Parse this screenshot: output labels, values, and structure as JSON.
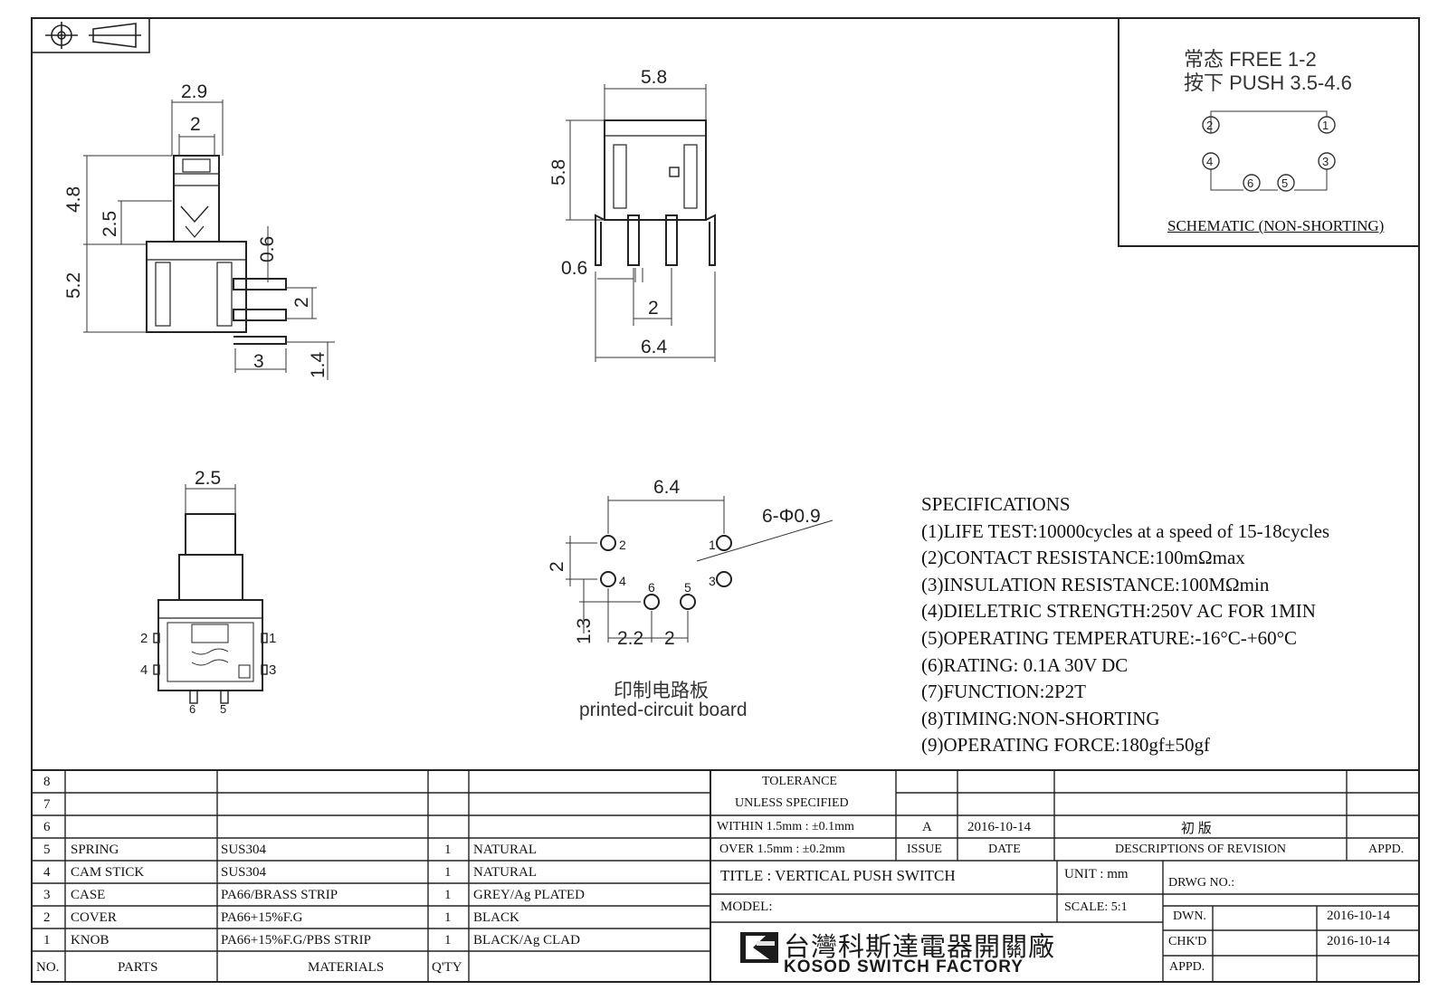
{
  "drawing": {
    "dims_side": [
      "2.9",
      "2",
      "4.8",
      "2.5",
      "5.2",
      "0.6",
      "2",
      "3",
      "1.4"
    ],
    "dims_front": [
      "5.8",
      "5.8",
      "0.6",
      "2",
      "6.4"
    ],
    "dims_bottom_view": [
      "2.5"
    ],
    "pin_labels_bottom_view": [
      "2",
      "1",
      "4",
      "3",
      "6",
      "5"
    ],
    "dims_pcb": [
      "6.4",
      "6-Φ0.9",
      "2",
      "1.3",
      "2.2",
      "2"
    ],
    "pcb_pin_labels": [
      "2",
      "1",
      "4",
      "3",
      "6",
      "5"
    ],
    "pcb_caption_cn": "印制电路板",
    "pcb_caption_en": "printed-circuit board"
  },
  "schematic": {
    "free": "常态 FREE 1-2",
    "push": "按下 PUSH 3.5-4.6",
    "pins": [
      "2",
      "1",
      "4",
      "3",
      "6",
      "5"
    ],
    "label": "SCHEMATIC (NON-SHORTING)"
  },
  "specifications": {
    "title": "SPECIFICATIONS",
    "items": [
      "(1)LIFE TEST:10000cycles at a speed of 15-18cycles",
      "(2)CONTACT RESISTANCE:100mΩmax",
      "(3)INSULATION RESISTANCE:100MΩmin",
      "(4)DIELETRIC STRENGTH:250V AC FOR 1MIN",
      "(5)OPERATING TEMPERATURE:-16°C-+60°C",
      "(6)RATING: 0.1A 30V DC",
      "(7)FUNCTION:2P2T",
      "(8)TIMING:NON-SHORTING",
      "(9)OPERATING FORCE:180gf±50gf"
    ]
  },
  "parts_table": {
    "empty_rows": [
      "8",
      "7",
      "6"
    ],
    "rows": [
      {
        "no": "5",
        "part": "SPRING",
        "material": "SUS304",
        "qty": "1",
        "finish": "NATURAL"
      },
      {
        "no": "4",
        "part": "CAM STICK",
        "material": "SUS304",
        "qty": "1",
        "finish": "NATURAL"
      },
      {
        "no": "3",
        "part": "CASE",
        "material": "PA66/BRASS STRIP",
        "qty": "1",
        "finish": "GREY/Ag PLATED"
      },
      {
        "no": "2",
        "part": "COVER",
        "material": "PA66+15%F.G",
        "qty": "1",
        "finish": "BLACK"
      },
      {
        "no": "1",
        "part": "KNOB",
        "material": "PA66+15%F.G/PBS STRIP",
        "qty": "1",
        "finish": "BLACK/Ag CLAD"
      }
    ],
    "headers": {
      "no": "NO.",
      "part": "PARTS",
      "material": "MATERIALS",
      "qty": "Q'TY"
    }
  },
  "title_block": {
    "tolerance": "TOLERANCE",
    "unless": "UNLESS  SPECIFIED",
    "within": "WITHIN 1.5mm : ±0.1mm",
    "over": "OVER 1.5mm : ±0.2mm",
    "issue_value": "A",
    "date_value": "2016-10-14",
    "revision_value": "初  版",
    "issue_header": "ISSUE",
    "date_header": "DATE",
    "desc_header": "DESCRIPTIONS OF REVISION",
    "appd_header": "APPD.",
    "title": "TITLE :  VERTICAL PUSH SWITCH",
    "unit": "UNIT :  mm",
    "drwg_no": "DRWG NO.:",
    "model": "MODEL:",
    "scale": "SCALE:  5:1",
    "dwn": "DWN.",
    "dwn_date": "2016-10-14",
    "chkd": "CHK'D",
    "chkd_date": "2016-10-14",
    "appd": "APPD.",
    "company_cn": "台灣科斯達電器開關廠",
    "company_en": "KOSOD SWITCH FACTORY"
  }
}
